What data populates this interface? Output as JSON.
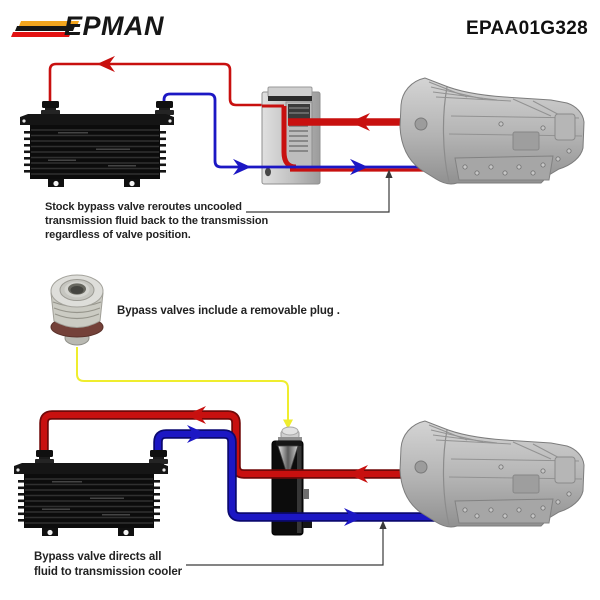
{
  "header": {
    "brand": "EPMAN",
    "part_number": "EPAA01G328"
  },
  "annotations": {
    "stock_bypass_note": {
      "line1": "Stock bypass valve reroutes uncooled",
      "line2": "transmission fluid back to the transmission",
      "line3": "regardless of valve position."
    },
    "plug_note": "Bypass valves include a removable plug .",
    "cooler_note": {
      "line1": "Bypass valve directs all",
      "line2": "fluid to transmission cooler"
    }
  },
  "components": {
    "top_diagram": {
      "oil_cooler": "transmission-oil-cooler",
      "bypass_valve": "stock-bypass-valve-cutaway",
      "transmission": "automatic-transmission"
    },
    "plug": "removable-bypass-plug",
    "bottom_diagram": {
      "oil_cooler": "transmission-oil-cooler",
      "bypass_valve": "bypass-valve-plug-installed",
      "transmission": "automatic-transmission"
    }
  },
  "colors": {
    "hot_line": "#c8100f",
    "hot_line_outline": "#700808",
    "cold_line": "#1c17c4",
    "cold_line_outline": "#0b0970",
    "plug_leader_yellow": "#efed2e",
    "note_leader": "#3a3a3a",
    "logo_orange": "#f2a51e",
    "logo_black": "#161616",
    "logo_red": "#e31212",
    "text": "#1f1f1f",
    "background": "#ffffff"
  }
}
